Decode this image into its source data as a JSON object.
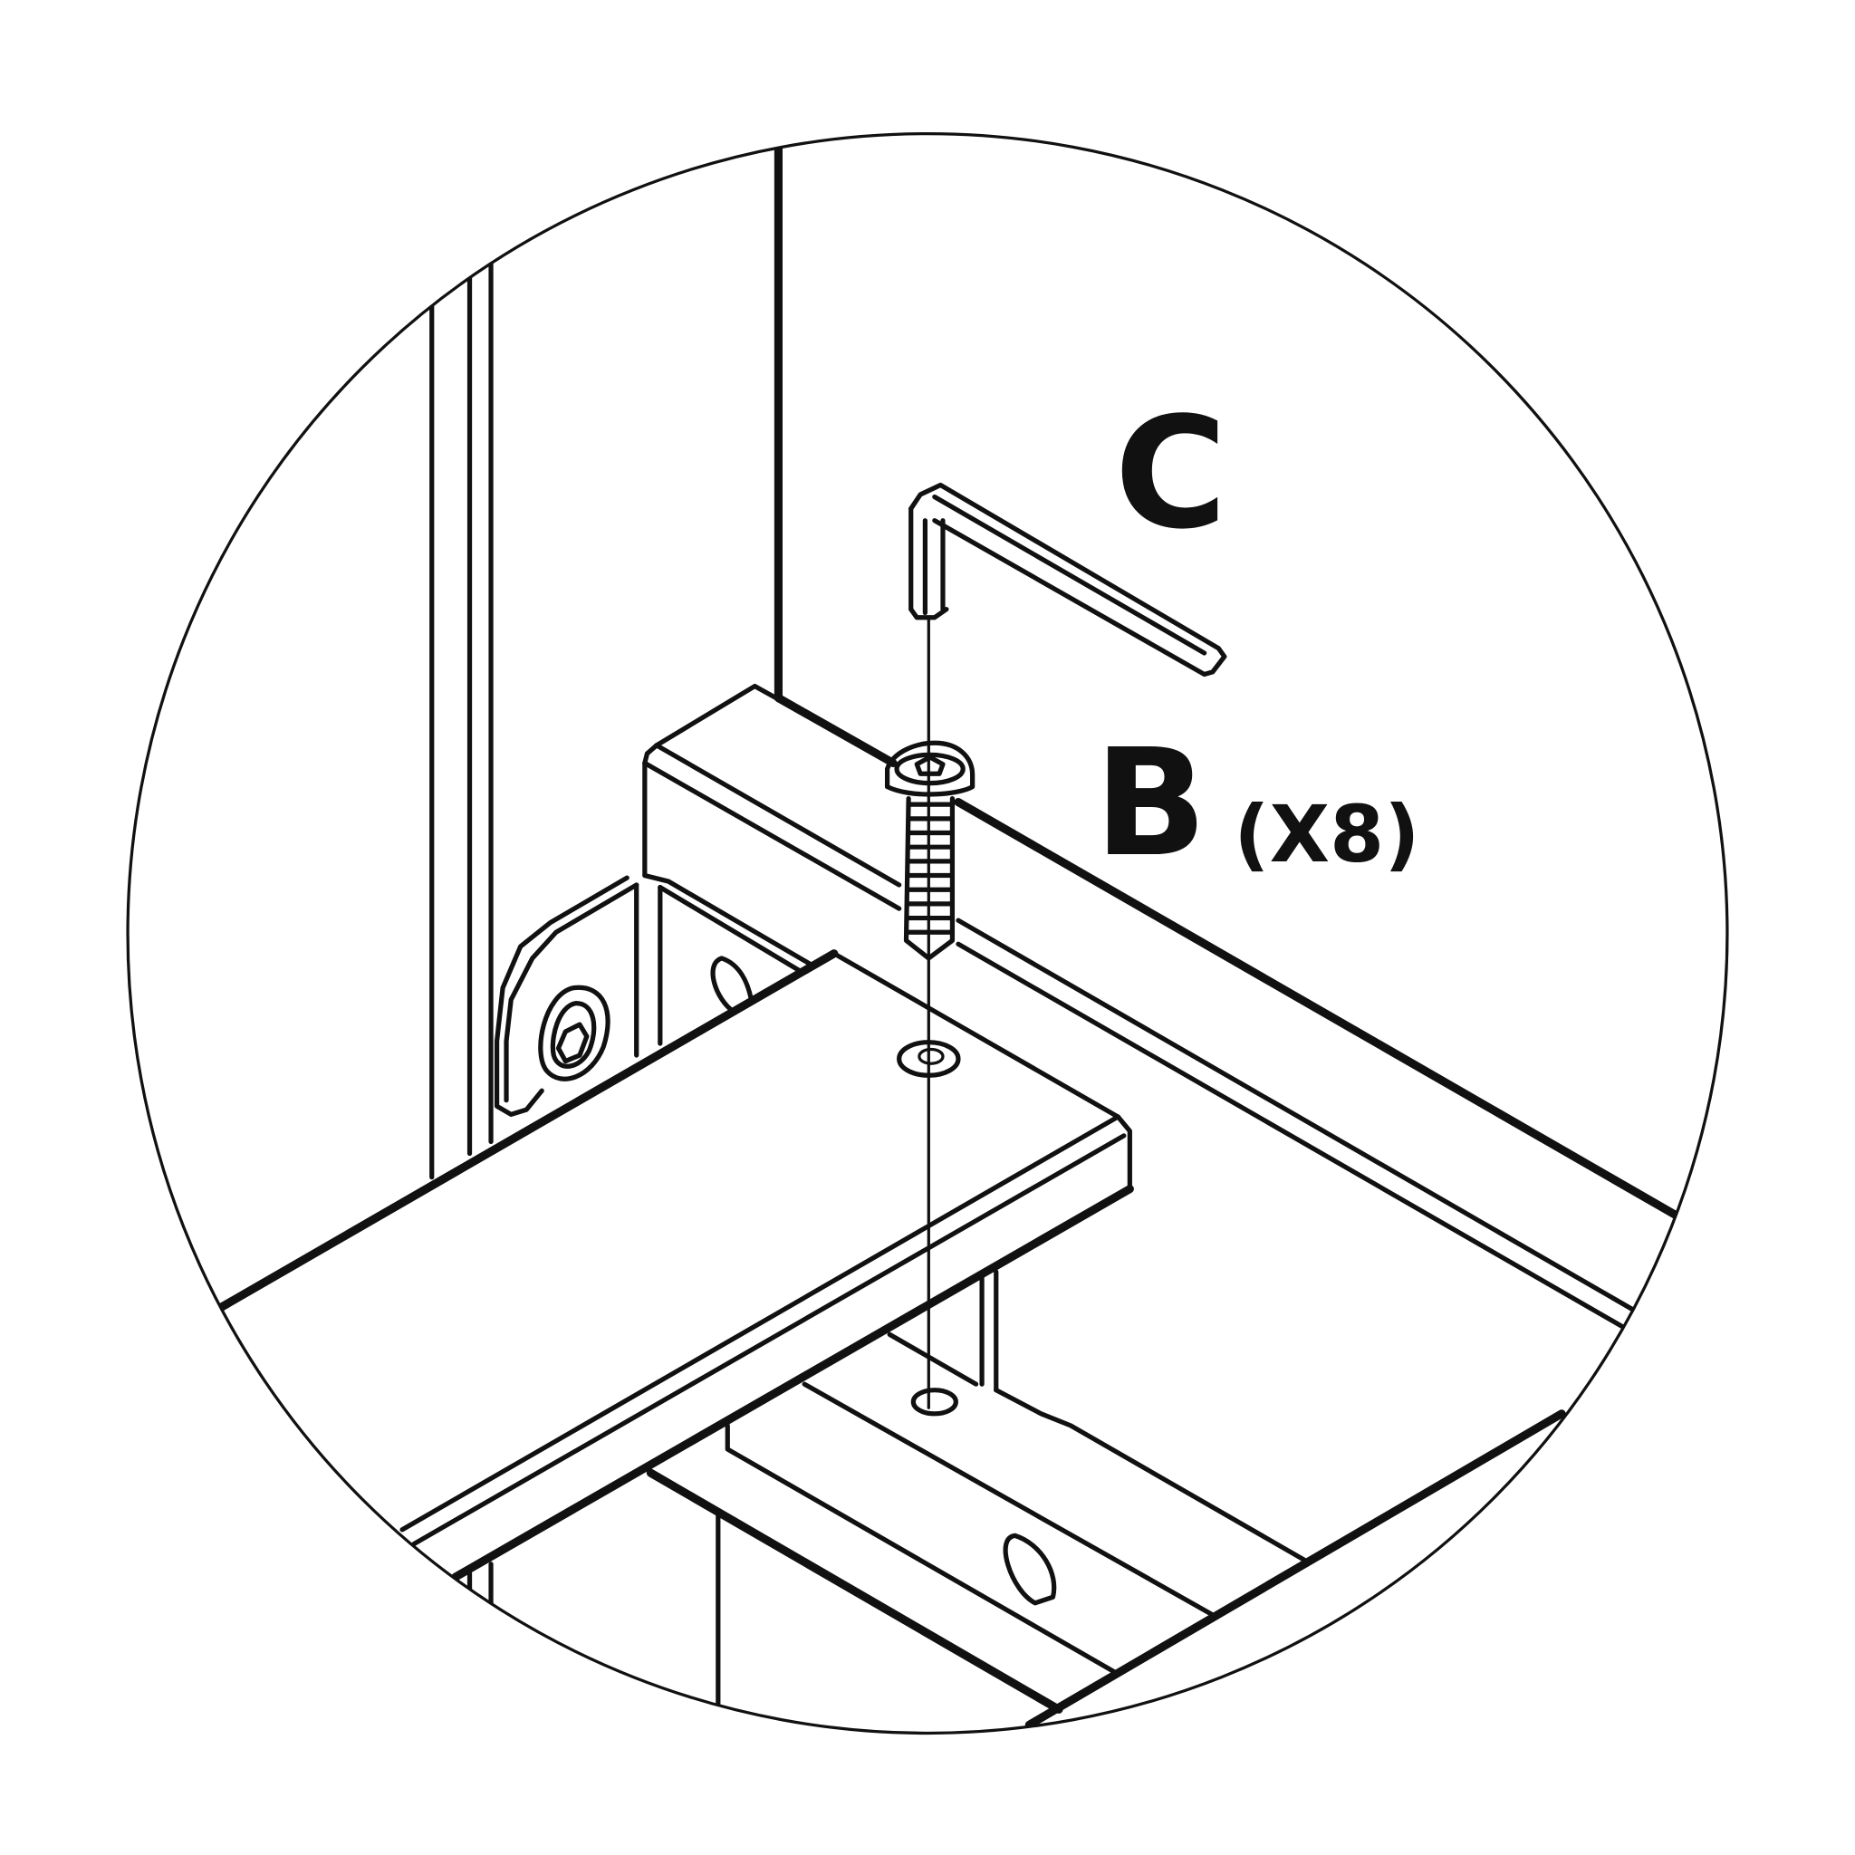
{
  "labels": {
    "allen_key": "C",
    "screw": "B",
    "screw_quantity": "(X8)"
  },
  "colors": {
    "line": "#111111",
    "background": "#ffffff"
  }
}
